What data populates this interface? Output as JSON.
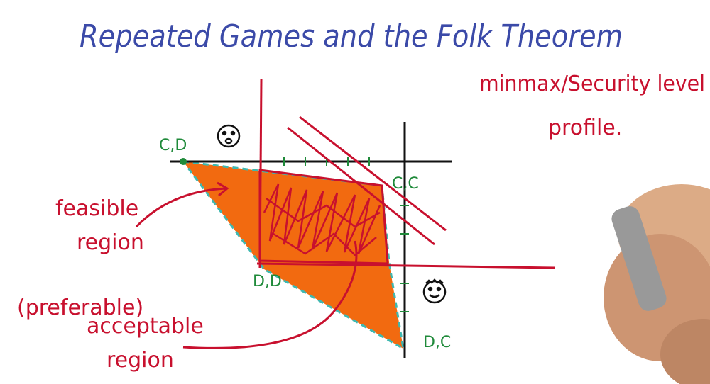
{
  "title": "Repeated Games and the Folk Theorem",
  "note": {
    "line1": "minmax/Security level",
    "line2": "profile."
  },
  "labels": {
    "feasible_line1": "feasible",
    "feasible_line2": "region",
    "preferable": "(preferable)",
    "acceptable": "acceptable",
    "acceptable_region": "region"
  },
  "points": {
    "cd": "C,D",
    "cc": "C,C",
    "dd": "D,D",
    "dc": "D,C"
  },
  "colors": {
    "title": "#3b4aa8",
    "red": "#c8102e",
    "green": "#1f8a3a",
    "orange": "#f26a10",
    "teal": "#3fb8b0",
    "black": "#111111"
  },
  "icons": {
    "player1": "sad-face-icon",
    "player2": "smiley-face-icon",
    "hand": "hand-holding-marker-icon"
  }
}
